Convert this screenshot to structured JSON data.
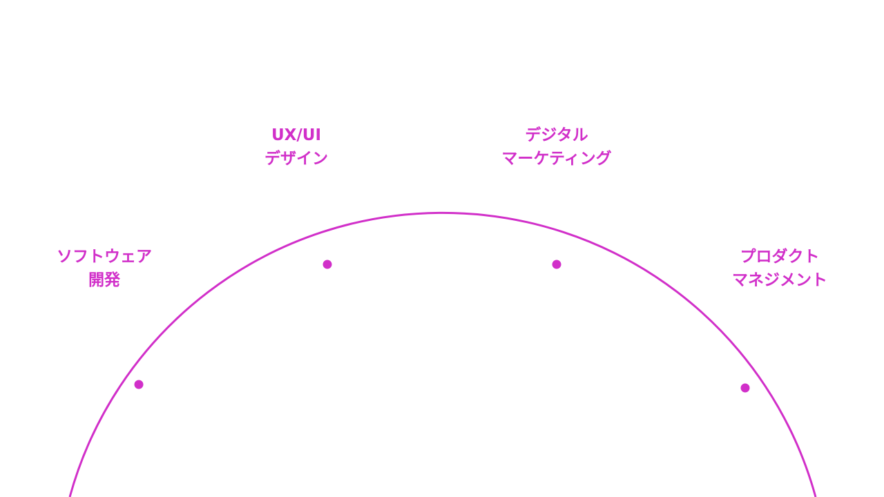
{
  "colors": {
    "accent": "#d12fc9",
    "background": "#ffffff"
  },
  "nodes": [
    {
      "id": "software-development",
      "lines": [
        "ソフトウェア",
        "開発"
      ]
    },
    {
      "id": "ux-ui-design",
      "lines": [
        "UX/UI",
        "デザイン"
      ]
    },
    {
      "id": "digital-marketing",
      "lines": [
        "デジタル",
        "マーケティング"
      ]
    },
    {
      "id": "product-management",
      "lines": [
        "プロダクト",
        "マネジメント"
      ]
    }
  ]
}
